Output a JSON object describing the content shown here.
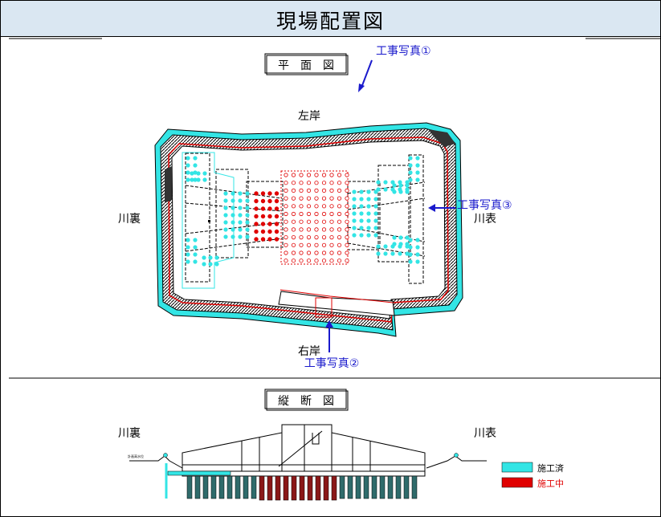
{
  "title": "現場配置図",
  "plan": {
    "heading": "平　面　図",
    "left_bank": "左岸",
    "right_bank": "右岸",
    "river_back": "川裏",
    "river_front": "川表"
  },
  "photos": {
    "photo1": "工事写真①",
    "photo2": "工事写真②",
    "photo3": "工事写真③"
  },
  "section": {
    "heading": "縦　断　図",
    "river_back": "川裏",
    "river_front": "川表",
    "small_note": "計画高水位"
  },
  "legend": [
    {
      "label": "施工済",
      "color": "#33e5e5",
      "text_color": "#000000"
    },
    {
      "label": "施工中",
      "color": "#e00000",
      "text_color": "#e00000"
    }
  ],
  "colors": {
    "done": "#33e5e5",
    "in_progress": "#e00000",
    "photo_text": "#1a1acc",
    "line": "#000000"
  }
}
